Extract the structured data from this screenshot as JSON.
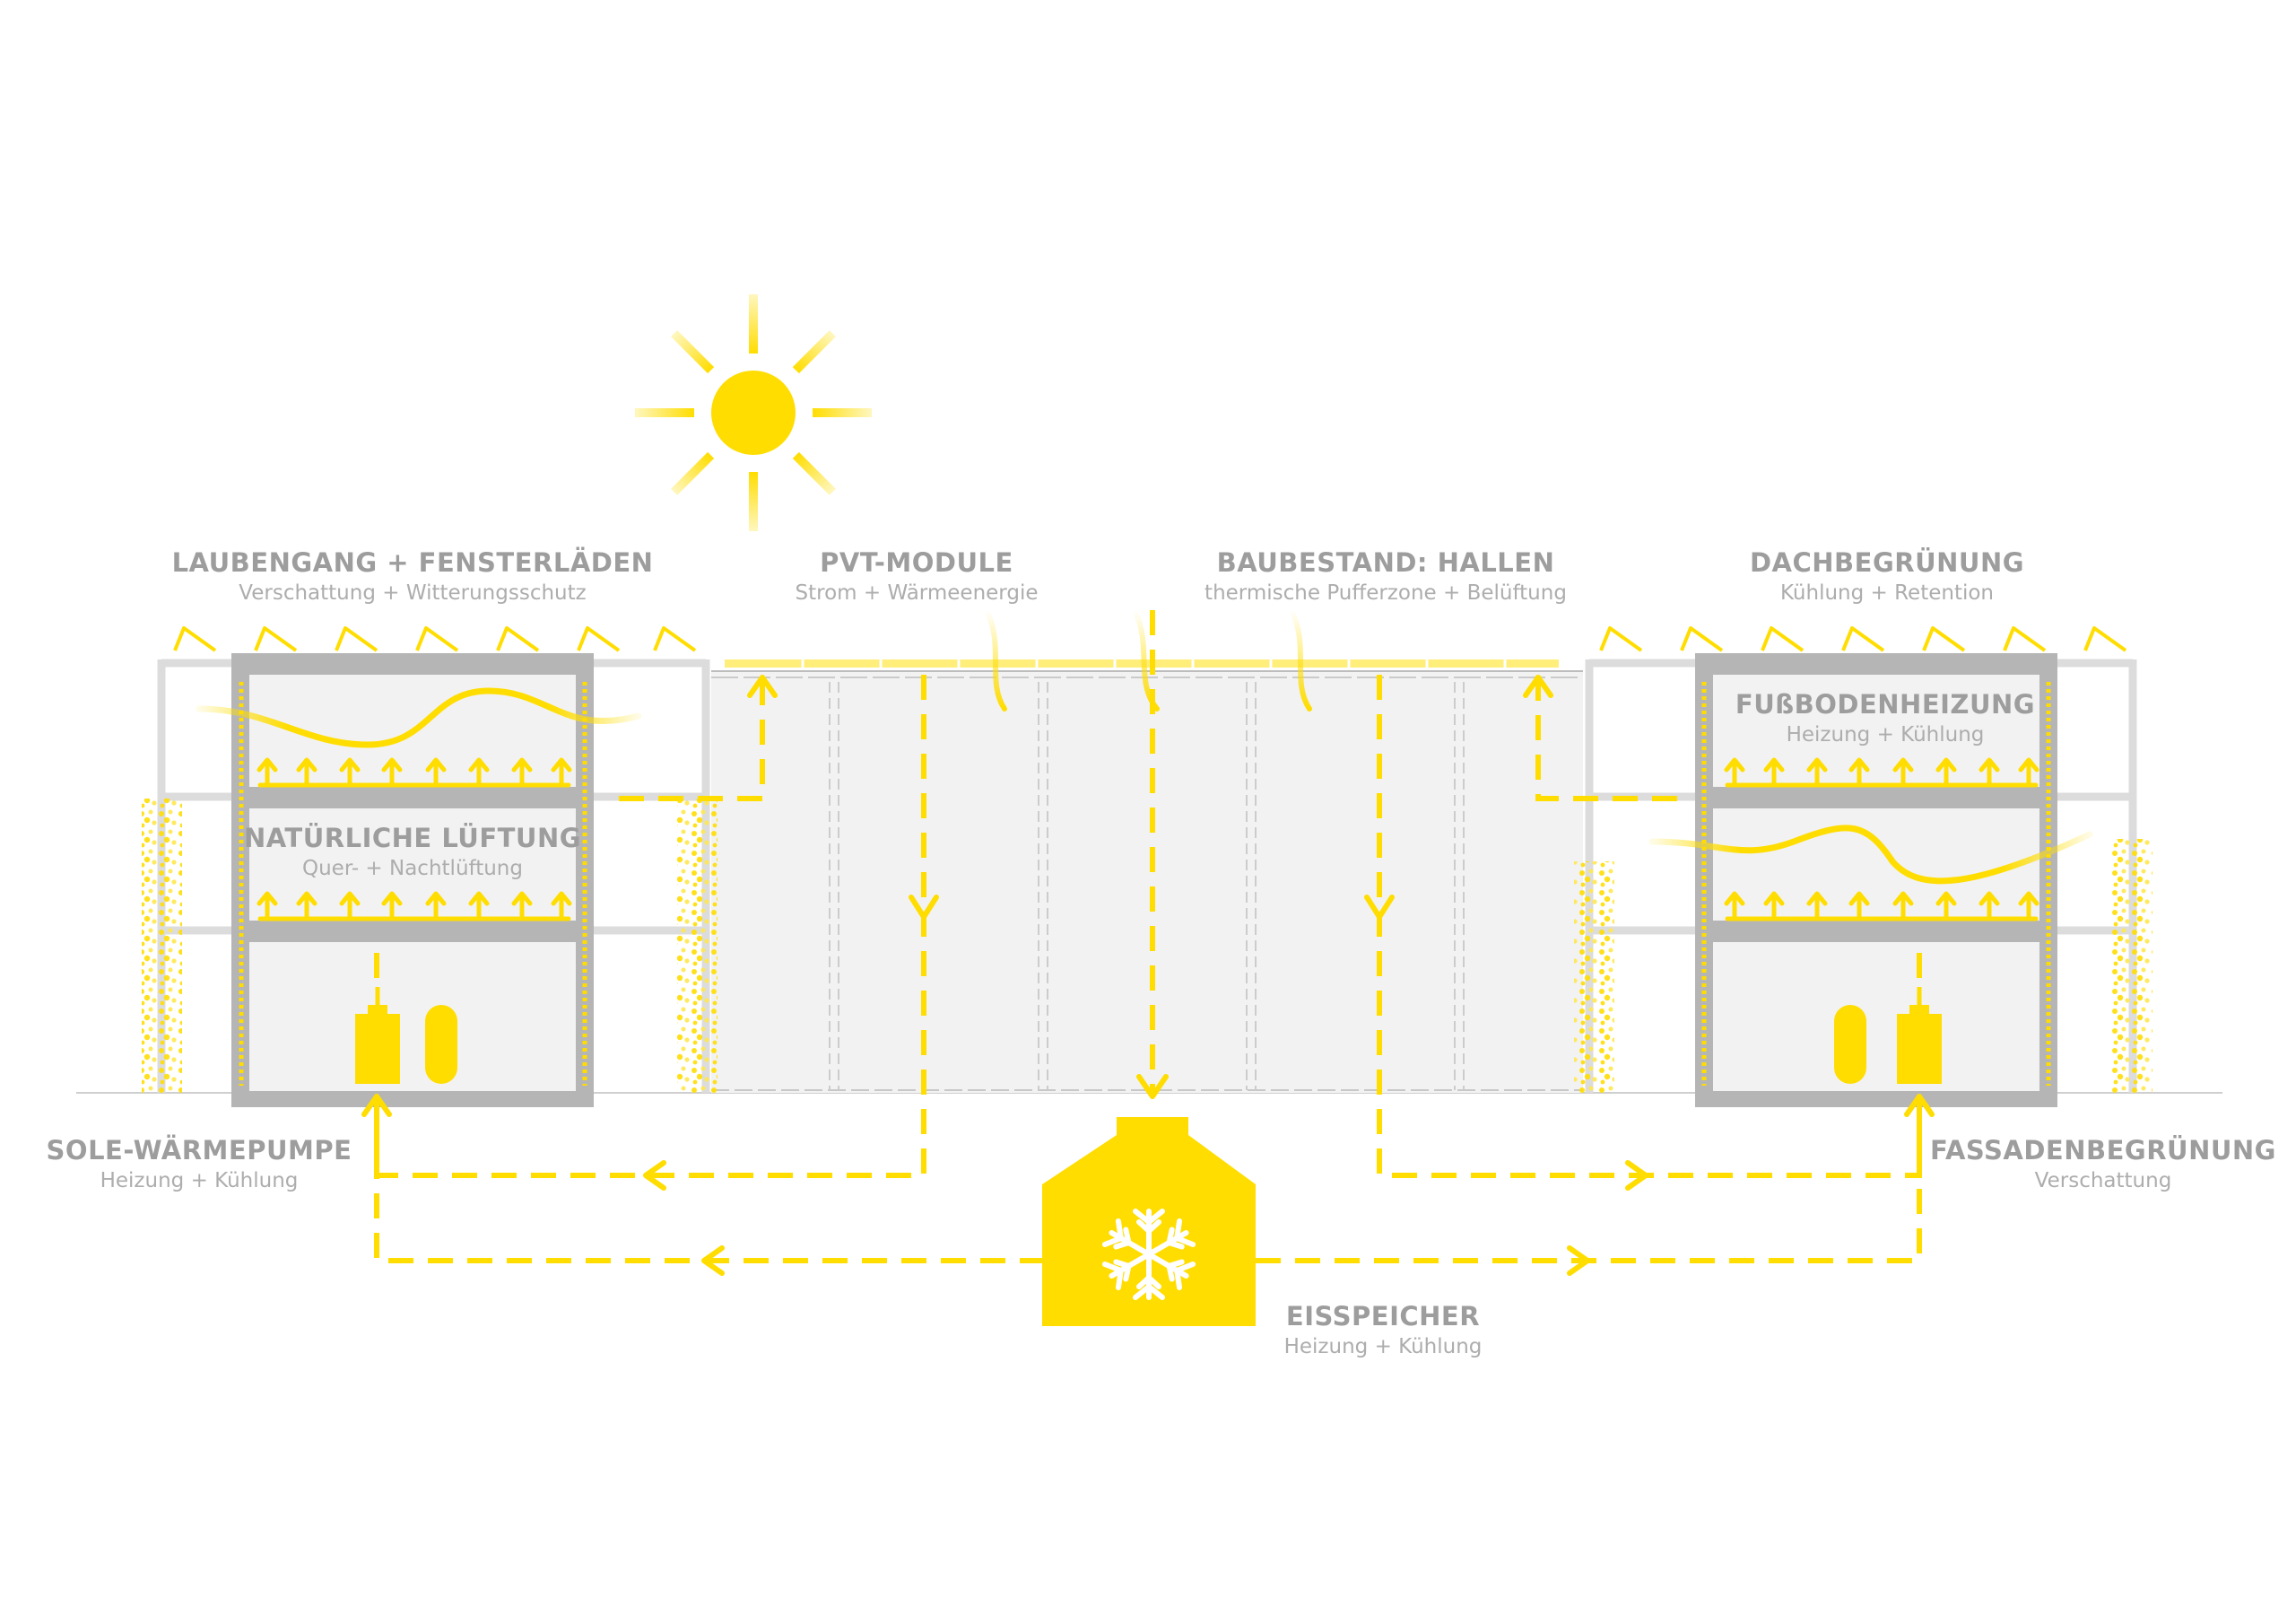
{
  "colors": {
    "accent": "#FFDD00",
    "structure": "#b5b5b5",
    "frame": "#dcdcdc",
    "text_title": "#9d9d9d",
    "text_sub": "#adadad"
  },
  "labels": {
    "laubengang": {
      "title": "LAUBENGANG + FENSTERLÄDEN",
      "subtitle": "Verschattung + Witterungsschutz"
    },
    "pvt": {
      "title": "PVT-MODULE",
      "subtitle": "Strom + Wärmeenergie"
    },
    "baubestand": {
      "title": "BAUBESTAND: HALLEN",
      "subtitle": "thermische Pufferzone + Belüftung"
    },
    "dachbegruenung": {
      "title": "DACHBEGRÜNUNG",
      "subtitle": "Kühlung + Retention"
    },
    "natuerliche_lueftung": {
      "title": "NATÜRLICHE LÜFTUNG",
      "subtitle": "Quer- + Nachtlüftung"
    },
    "fussbodenheizung": {
      "title": "FUßBODENHEIZUNG",
      "subtitle": "Heizung + Kühlung"
    },
    "sole_waermepumpe": {
      "title": "SOLE-WÄRMEPUMPE",
      "subtitle": "Heizung + Kühlung"
    },
    "fassadenbegruenung": {
      "title": "FASSADENBEGRÜNUNG",
      "subtitle": "Verschattung"
    },
    "eisspeicher": {
      "title": "EISSPEICHER",
      "subtitle": "Heizung + Kühlung"
    }
  },
  "icons": {
    "sun": "sun-icon",
    "snowflake": "snowflake-icon",
    "ice_storage": "ice-storage-icon",
    "heat_pump": "heat-pump-icon",
    "storage_tank": "storage-tank-icon",
    "greenery": "facade-greenery-icon",
    "roof_greenery": "roof-greenery-icon"
  }
}
